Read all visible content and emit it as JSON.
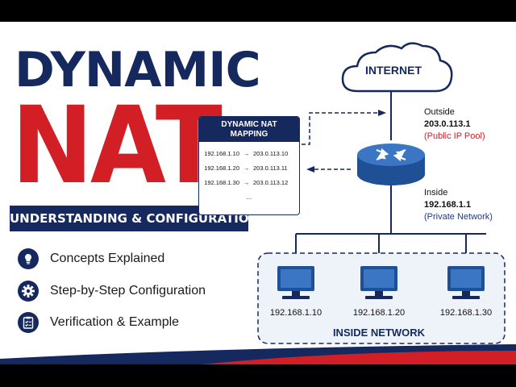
{
  "title": {
    "line1": "DYNAMIC",
    "line2": "NAT"
  },
  "subtitle": "UNDERSTANDING & CONFIGURATION",
  "features": [
    {
      "icon": "lightbulb-icon",
      "label": "Concepts Explained"
    },
    {
      "icon": "gear-icon",
      "label": "Step-by-Step Configuration"
    },
    {
      "icon": "clipboard-check-icon",
      "label": "Verification & Example"
    }
  ],
  "nat_table": {
    "title_line1": "DYNAMIC NAT",
    "title_line2": "MAPPING",
    "rows": [
      {
        "inside": "192.168.1.10",
        "arrow": "→",
        "outside": "203.0.113.10"
      },
      {
        "inside": "192.168.1.20",
        "arrow": "→",
        "outside": "203.0.113.11"
      },
      {
        "inside": "192.168.1.30",
        "arrow": "→",
        "outside": "203.0.113.12"
      }
    ],
    "ellipsis": "..."
  },
  "cloud": {
    "label": "INTERNET"
  },
  "outside": {
    "label": "Outside",
    "ip": "203.0.113.1",
    "note": "(Public IP Pool)"
  },
  "inside": {
    "label": "Inside",
    "ip": "192.168.1.1",
    "note": "(Private Network)"
  },
  "hosts": [
    {
      "ip": "192.168.1.10"
    },
    {
      "ip": "192.168.1.20"
    },
    {
      "ip": "192.168.1.30"
    }
  ],
  "inside_network_label": "INSIDE NETWORK",
  "colors": {
    "navy": "#15295e",
    "red": "#d21f26",
    "router_blue": "#2b5fa8",
    "accent_blue": "#1f3a8a"
  }
}
